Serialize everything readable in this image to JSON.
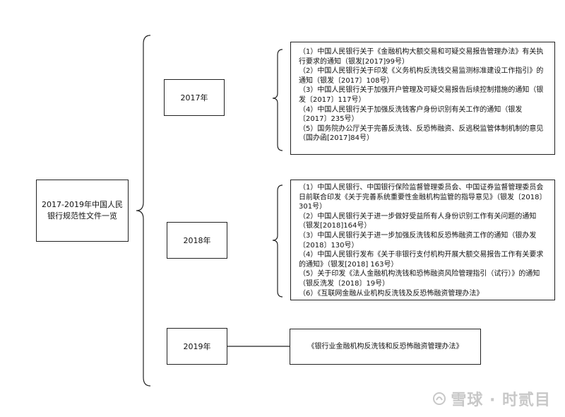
{
  "root": {
    "label": "2017-2019年中国人民银行规范性文件一览"
  },
  "years": [
    {
      "label": "2017年",
      "docs": [
        "（1）中国人民银行关于《金融机构大额交易和可疑交易报告管理办法》有关执行要求的通知（银发[2017]99号）",
        "（2）中国人民银行关于印发《义务机构反洗钱交易监测标准建设工作指引》的通知（银发〔2017〕108号）",
        "（3）中国人民银行关于加强开户管理及可疑交易报告后续控制措施的通知（银发〔2017〕117号）",
        "（4）中国人民银行关于加强反洗钱客户身份识别有关工作的通知（银发〔2017〕235号）",
        "（5）国务院办公厅关于完善反洗钱、反恐怖融资、反逃税监管体制机制的意见（国办函[2017]84号）"
      ]
    },
    {
      "label": "2018年",
      "docs": [
        "（1）中国人民银行、中国银行保险监督管理委员会、中国证券监督管理委员会日前联合印发《关于完善系统重要性金融机构监管的指导意见》（银发〔2018〕301号）",
        "（2）中国人民银行关于进一步做好受益所有人身份识别工作有关问题的通知（银发[2018]164号）",
        "（3）中国人民银行关于进一步加强反洗钱和反恐怖融资工作的通知（银办发〔2018〕130号）",
        "（4）中国人民银行发布《关于非银行支付机构开展大额交易报告工作有关要求的通知》（银发[2018] 163号）",
        "（5）关于印发《法人金融机构洗钱和恐怖融资风险管理指引（试行）》的通知（银反洗发〔2018〕19号）",
        "（6）《互联网金融从业机构反洗钱及反恐怖融资管理办法》"
      ]
    },
    {
      "label": "2019年",
      "docs": [
        "《银行业金融机构反洗钱和反恐怖融资管理办法》"
      ]
    }
  ],
  "watermark": {
    "text": "雪球 · 时贰目",
    "icon": "snowball-logo-icon"
  }
}
